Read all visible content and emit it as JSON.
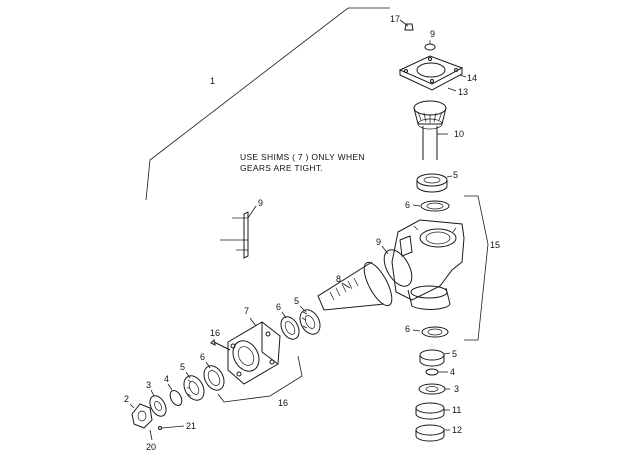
{
  "note": {
    "line1": "USE SHIMS ( 7 ) ONLY WHEN",
    "line2": "GEARS ARE TIGHT."
  },
  "callouts": {
    "c1": "1",
    "c2": "2",
    "c3": "3",
    "c4": "4",
    "c5": "5",
    "c6": "6",
    "c7": "7",
    "c8": "8",
    "c9": "9",
    "c10": "10",
    "c11": "11",
    "c12": "12",
    "c13": "13",
    "c14": "14",
    "c15": "15",
    "c16": "16",
    "c17": "17",
    "c20": "20",
    "c21": "21"
  }
}
